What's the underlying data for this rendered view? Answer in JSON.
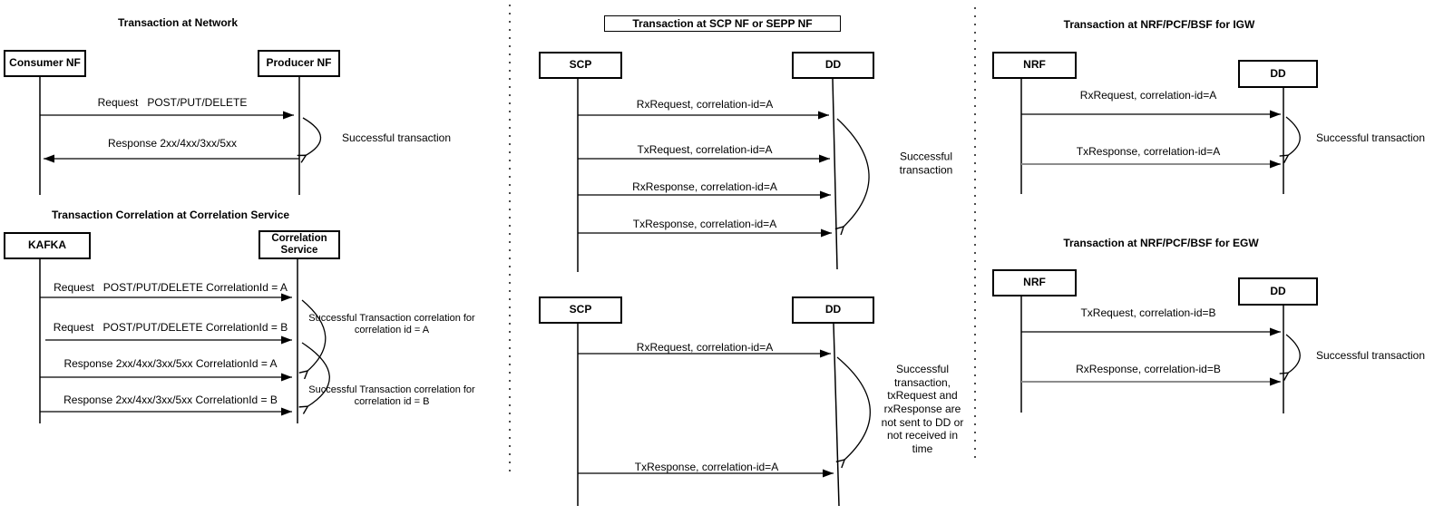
{
  "sections": {
    "network": {
      "title": "Transaction at Network",
      "actor_left": "Consumer NF",
      "actor_right": "Producer NF",
      "msg_request": "Request   POST/PUT/DELETE",
      "msg_response": "Response 2xx/4xx/3xx/5xx",
      "annotation": "Successful transaction"
    },
    "correlation_service": {
      "title": "Transaction Correlation at Correlation Service",
      "actor_left": "KAFKA",
      "actor_right": "Correlation Service",
      "msg_request_a": "Request   POST/PUT/DELETE CorrelationId = A",
      "msg_request_b": "Request   POST/PUT/DELETE CorrelationId = B",
      "msg_response_a": "Response 2xx/4xx/3xx/5xx CorrelationId = A",
      "msg_response_b": "Response 2xx/4xx/3xx/5xx CorrelationId = B",
      "annotation_a": "Successful Transaction correlation for correlation id = A",
      "annotation_b": "Successful Transaction correlation for correlation id = B"
    },
    "scp_success": {
      "title": "Transaction at SCP NF or SEPP NF",
      "actor_left": "SCP",
      "actor_right": "DD",
      "msg_rx_request": "RxRequest, correlation-id=A",
      "msg_tx_request": "TxRequest, correlation-id=A",
      "msg_rx_response": "RxResponse, correlation-id=A",
      "msg_tx_response": "TxResponse, correlation-id=A",
      "annotation": "Successful transaction"
    },
    "scp_partial": {
      "actor_left": "SCP",
      "actor_right": "DD",
      "msg_rx_request": "RxRequest, correlation-id=A",
      "msg_tx_response": "TxResponse, correlation-id=A",
      "annotation": "Successful transaction, txRequest and rxResponse are not sent to DD or not received in time"
    },
    "nrf_igw": {
      "title": "Transaction at NRF/PCF/BSF for IGW",
      "actor_left": "NRF",
      "actor_right": "DD",
      "msg_rx_request": "RxRequest, correlation-id=A",
      "msg_tx_response": "TxResponse, correlation-id=A",
      "annotation": "Successful transaction"
    },
    "nrf_egw": {
      "title": "Transaction at NRF/PCF/BSF for EGW",
      "actor_left": "NRF",
      "actor_right": "DD",
      "msg_tx_request": "TxRequest, correlation-id=B",
      "msg_rx_response": "RxResponse, correlation-id=B",
      "annotation": "Successful transaction"
    }
  },
  "colors": {
    "line": "#000000",
    "gray_line": "#8c8c8c",
    "separator": "#4d4d4d",
    "background": "#ffffff"
  }
}
